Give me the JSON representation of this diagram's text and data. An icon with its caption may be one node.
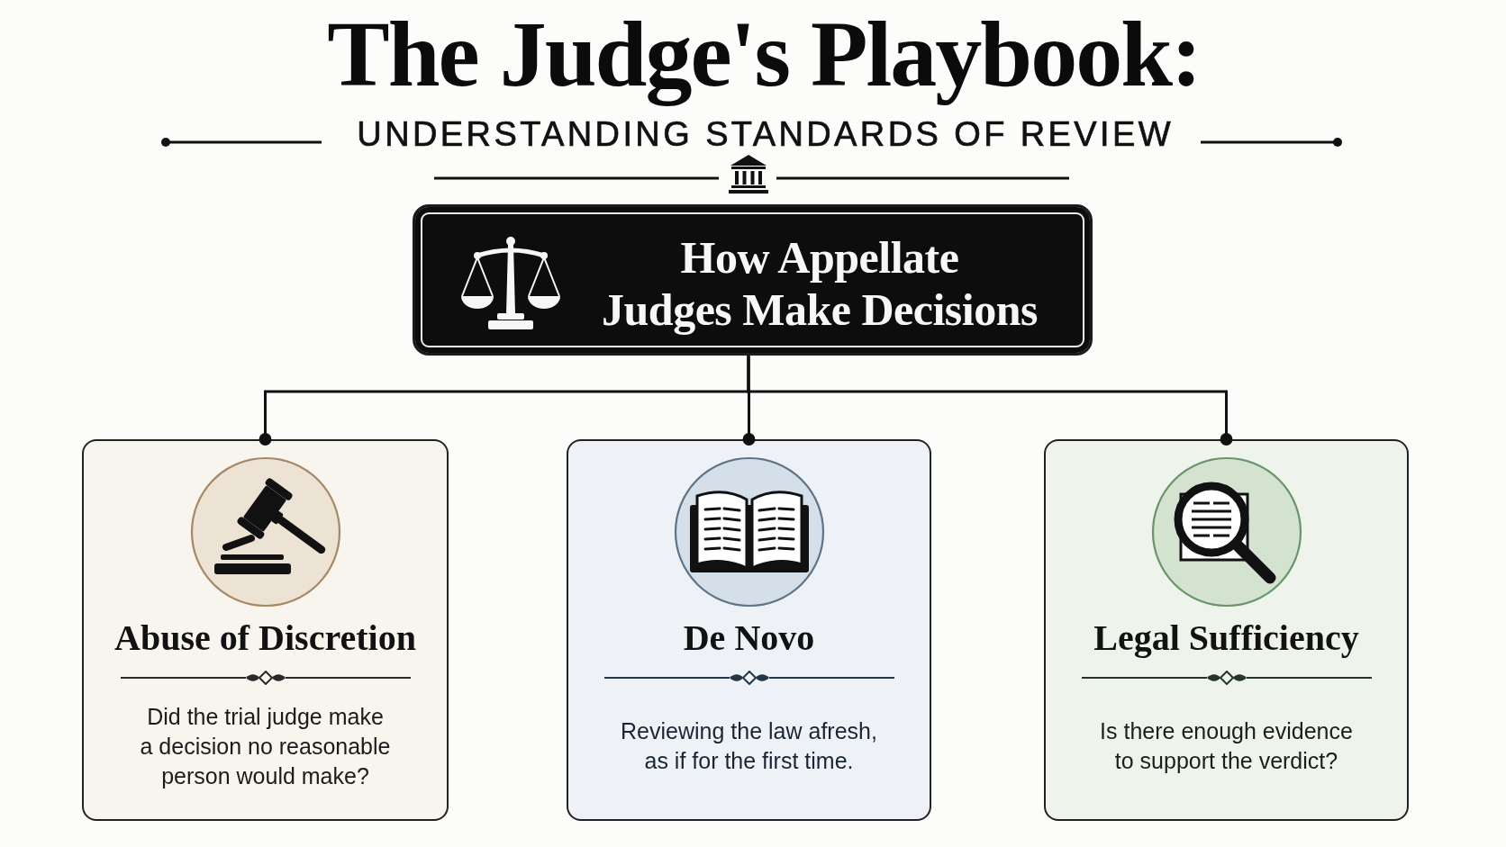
{
  "diagram": {
    "title": "The Judge's Playbook:",
    "nodes": [
      {
        "text": [
          "How Appellate Judges Make Decisions"
        ]
      },
      {
        "text": [
          "Abuse of Discretion",
          "Did the trial judge make a decision no reasonable person would make?"
        ]
      },
      {
        "text": [
          "De Novo",
          "Reviewing the law afresh, as if for the first time."
        ]
      },
      {
        "text": [
          "Legal Sufficiency",
          "Is there enough evidence to support the verdict?"
        ]
      }
    ],
    "edges": [
      {
        "from": 0,
        "to": 1,
        "arrow": "other"
      },
      {
        "from": 0,
        "to": 2,
        "arrow": "other"
      },
      {
        "from": 0,
        "to": 3,
        "arrow": "other"
      }
    ],
    "labels": [
      "UNDERSTANDING STANDARDS OF REVIEW"
    ]
  }
}
